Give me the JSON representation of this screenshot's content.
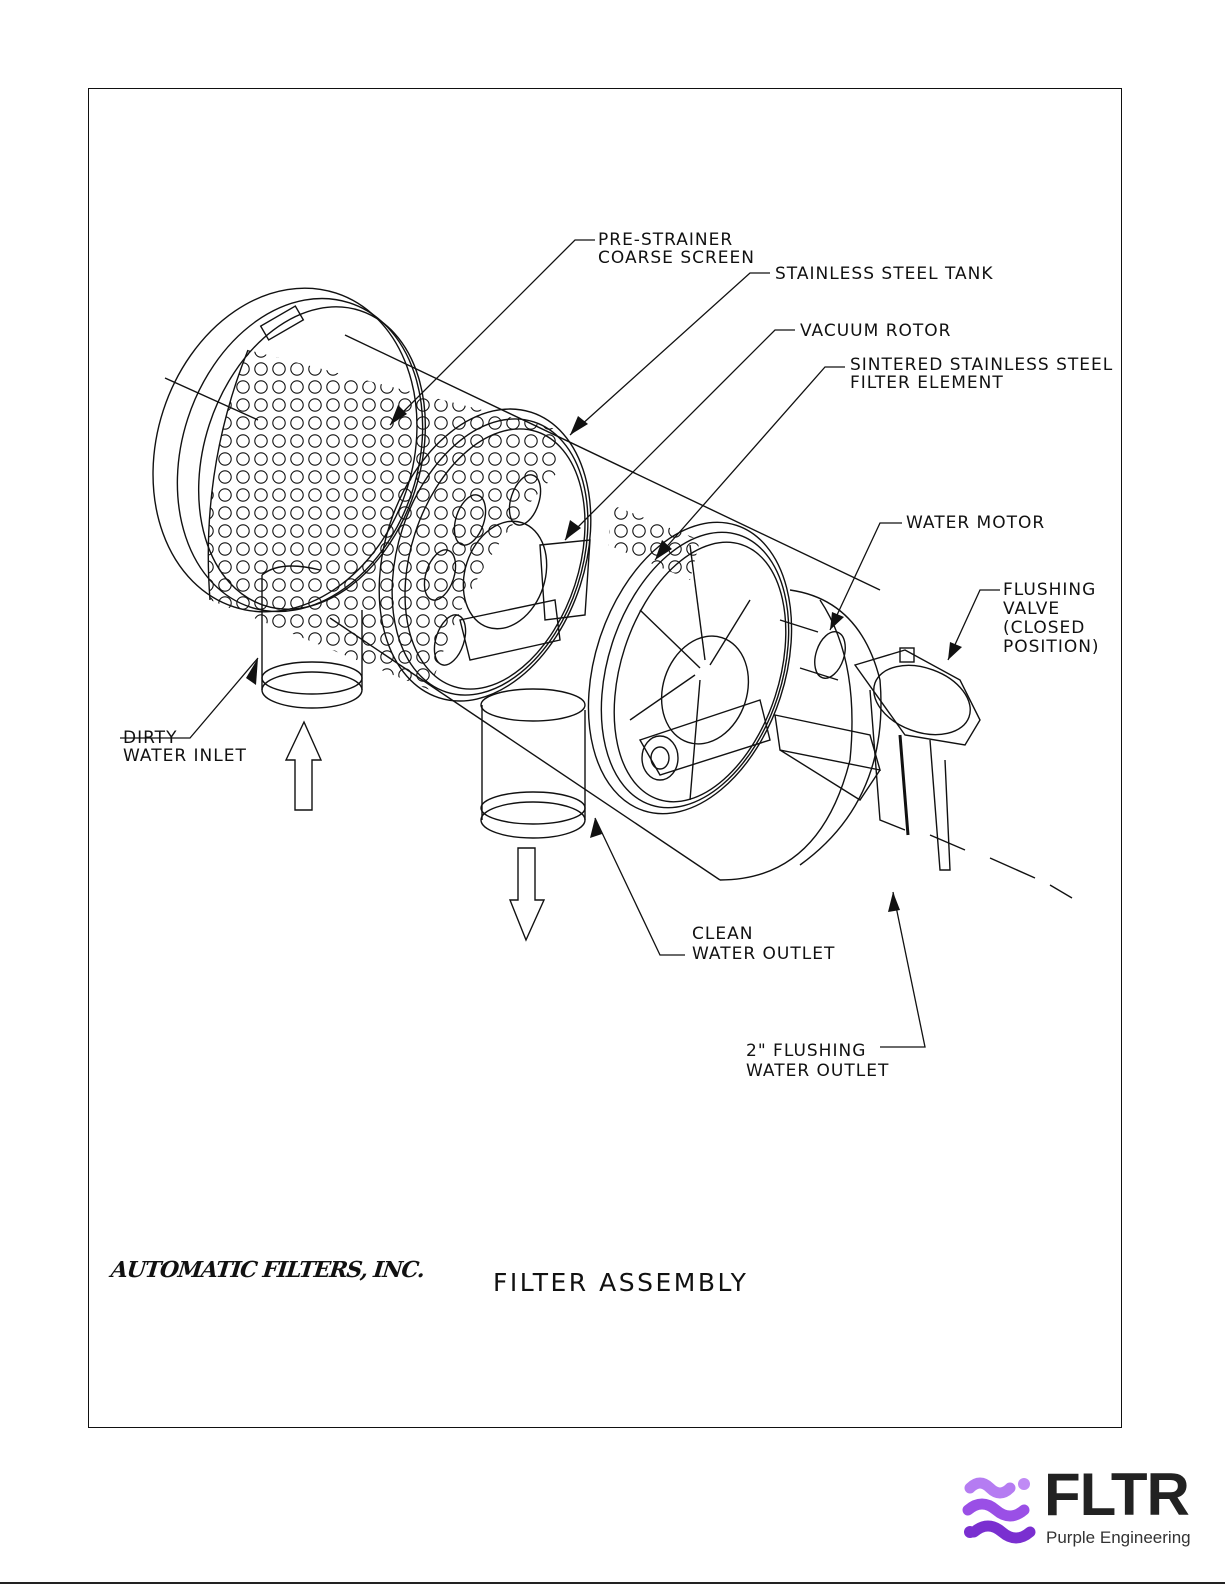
{
  "labels": {
    "pre_strainer": "PRE-STRAINER\nCOARSE SCREEN",
    "stainless_tank": "STAINLESS STEEL TANK",
    "vacuum_rotor": "VACUUM ROTOR",
    "sintered_element": "SINTERED STAINLESS STEEL\nFILTER ELEMENT",
    "water_motor": "WATER MOTOR",
    "flushing_valve": "FLUSHING\nVALVE\n(CLOSED\nPOSITION)",
    "dirty_inlet": "DIRTY\nWATER INLET",
    "clean_outlet": "CLEAN\nWATER OUTLET",
    "flushing_outlet": "2\" FLUSHING\nWATER OUTLET"
  },
  "title": "FILTER ASSEMBLY",
  "manufacturer": "AUTOMATIC FILTERS, INC.",
  "logo": {
    "wordmark": "FLTR",
    "tagline": "Purple Engineering",
    "accent_color": "#8b3fd9"
  }
}
